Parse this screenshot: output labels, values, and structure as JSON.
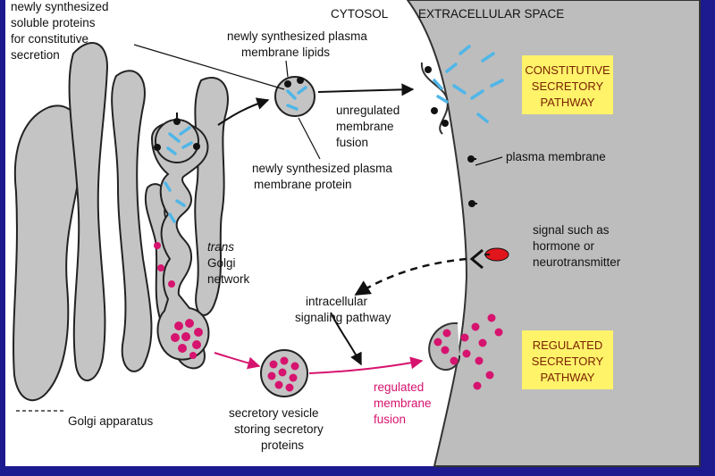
{
  "labels": {
    "cytosol": "CYTOSOL",
    "extracellular": "EXTRACELLULAR SPACE",
    "soluble_proteins": [
      "newly synthesized",
      "soluble proteins",
      "for constitutive",
      "secretion"
    ],
    "pm_lipids": [
      "newly synthesized plasma",
      "membrane lipids"
    ],
    "unregulated": [
      "unregulated",
      "membrane",
      "fusion"
    ],
    "pm_protein": [
      "newly synthesized plasma",
      "membrane protein"
    ],
    "trans_golgi_italic": "trans",
    "trans_golgi": [
      "Golgi",
      "network"
    ],
    "plasma_membrane": "plasma membrane",
    "signal": [
      "signal such as",
      "hormone or",
      "neurotransmitter"
    ],
    "intracellular": [
      "intracellular",
      "signaling pathway"
    ],
    "regulated_fusion": [
      "regulated",
      "membrane",
      "fusion"
    ],
    "secretory_vesicle": [
      "secretory vesicle",
      "storing secretory",
      "proteins"
    ],
    "golgi_apparatus": "Golgi apparatus"
  },
  "boxes": {
    "constitutive": [
      "CONSTITUTIVE",
      "SECRETORY",
      "PATHWAY"
    ],
    "regulated": [
      "REGULATED",
      "SECRETORY",
      "PATHWAY"
    ]
  },
  "colors": {
    "background": "#1c1a8e",
    "panel": "#ffffff",
    "membrane_grey": "#c4c4c4",
    "extracellular_grey": "#bdbdbd",
    "soluble_protein_blue": "#4fb6e8",
    "regulated_protein_magenta": "#d6136e",
    "pathway_box_yellow": "#fff36a",
    "pathway_text": "#7a2200",
    "signal_red": "#e0161c"
  }
}
